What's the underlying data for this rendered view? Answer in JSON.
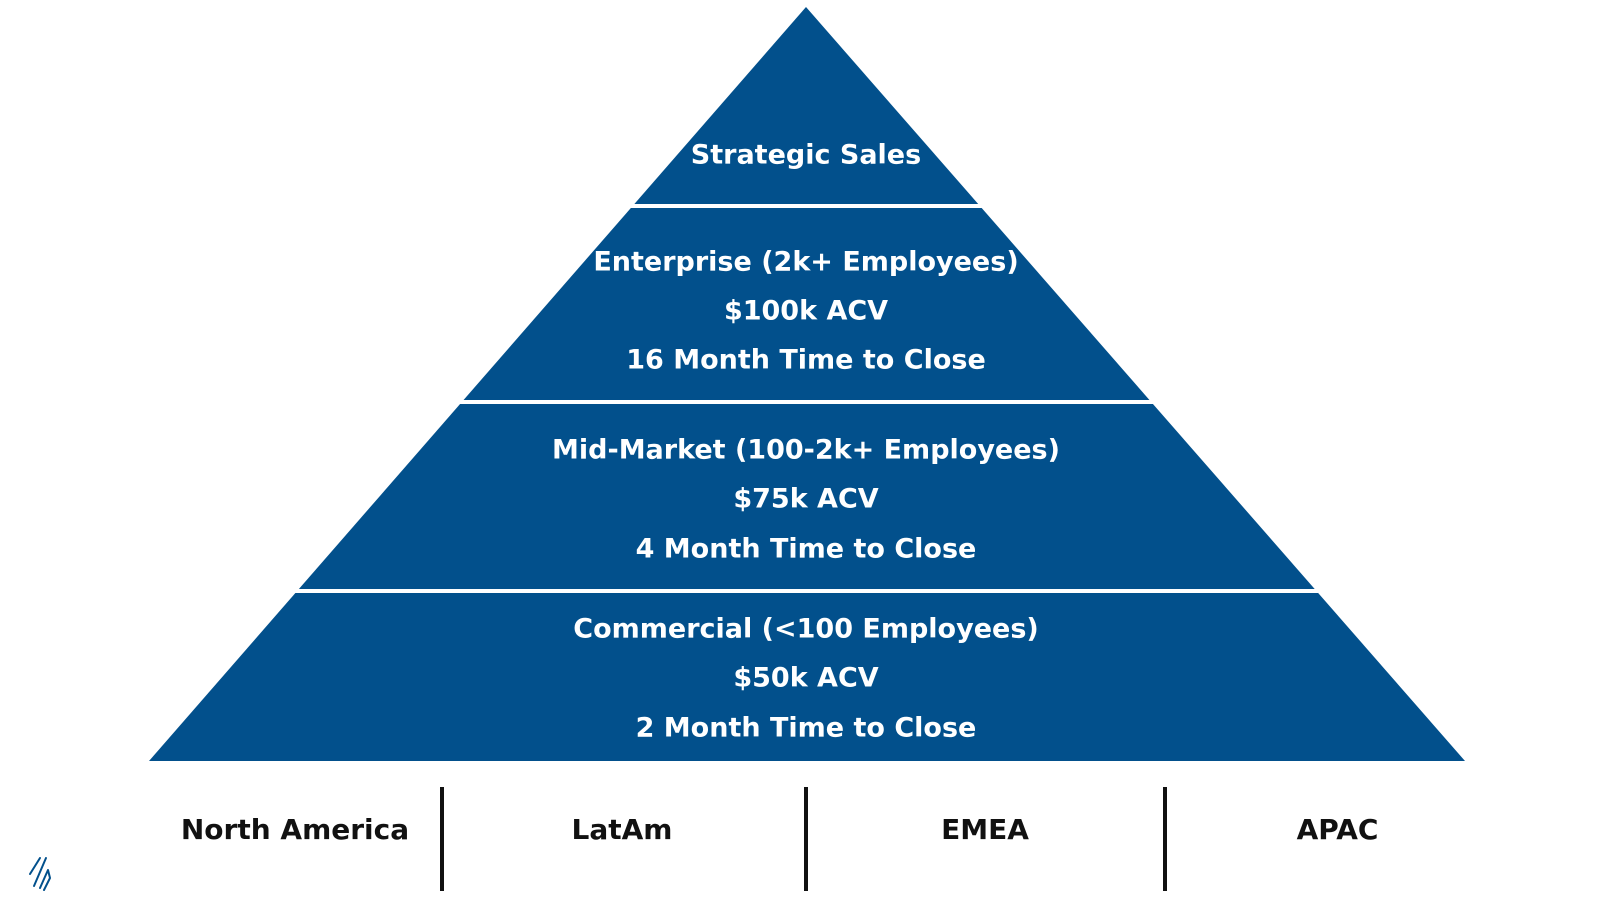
{
  "pyramid": {
    "fill_color": "#02508c",
    "separator_color": "#ffffff",
    "tiers": [
      {
        "lines": [
          "Strategic Sales"
        ]
      },
      {
        "lines": [
          "Enterprise (2k+ Employees)",
          "$100k ACV",
          "16 Month Time to Close"
        ]
      },
      {
        "lines": [
          "Mid-Market (100-2k+ Employees)",
          "$75k ACV",
          "4 Month Time to Close"
        ]
      },
      {
        "lines": [
          "Commercial (<100 Employees)",
          "$50k ACV",
          "2 Month Time to Close"
        ]
      }
    ]
  },
  "regions": [
    "North America",
    "LatAm",
    "EMEA",
    "APAC"
  ],
  "logo": {
    "icon": "brand-slash-logo-icon",
    "color": "#02508c"
  }
}
